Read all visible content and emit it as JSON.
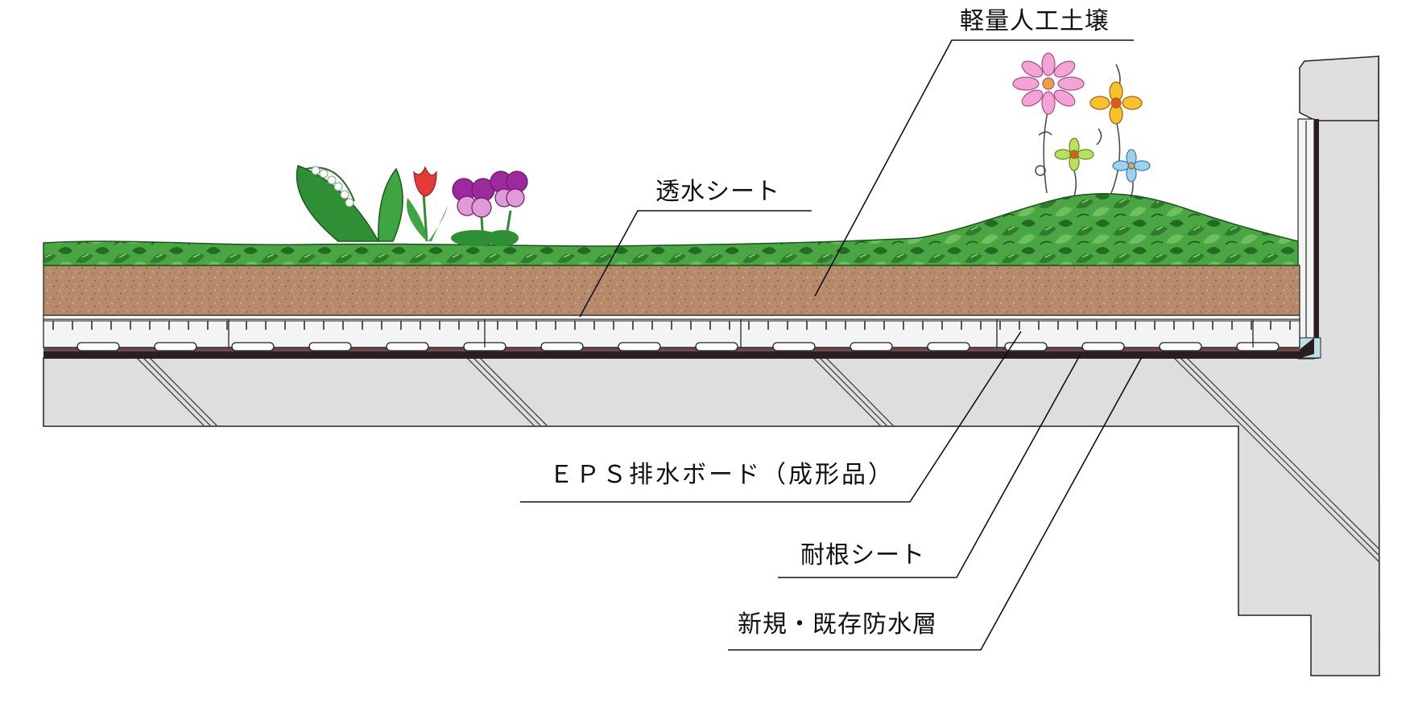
{
  "labels": {
    "soil": "軽量人工土壌",
    "permeable_sheet": "透水シート",
    "eps_board": "ＥＰＳ排水ボード（成形品）",
    "root_sheet": "耐根シート",
    "waterproof_layer": "新規・既存防水層"
  },
  "colors": {
    "plants": "#3f9e3a",
    "plants_dark": "#1f6a22",
    "soil": "#b78a6c",
    "eps_board": "#f4f4f4",
    "waterproof": "#2a1e1e",
    "concrete": "#dedede",
    "line": "#111111"
  }
}
